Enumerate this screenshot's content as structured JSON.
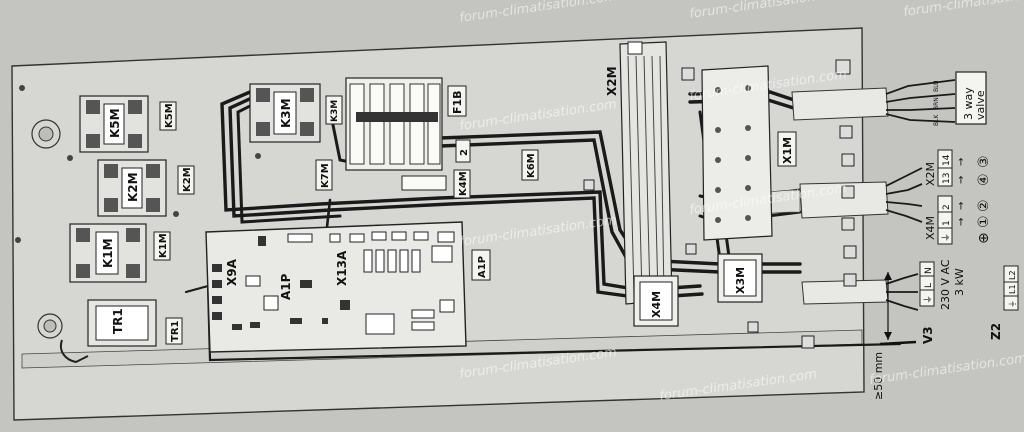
{
  "colors": {
    "paper": "#c9c9c6",
    "panel": "#d8d8d4",
    "wire": "#1a1a1a",
    "line": "#2a2a2a"
  },
  "contactors": {
    "k5m": "K5M",
    "k2m": "K2M",
    "k1m": "K1M",
    "k3m": "K3M",
    "k6m": "K6M",
    "k7m": "K7M",
    "k4m": "K4M"
  },
  "components": {
    "tr1": "TR1",
    "f1b": "F1B",
    "x2m": "X2M",
    "x1m": "X1M",
    "x3m": "X3M",
    "x4m": "X4M",
    "a1p": "A1P",
    "x9a": "X9A",
    "x13a": "X13A",
    "fuse_num": "2"
  },
  "valve": {
    "line1": "3 way",
    "line2": "valve",
    "wire_blu": "BLU",
    "wire_brn": "BRN",
    "wire_blk": "BLK"
  },
  "terminals": {
    "x2m_label": "X2M",
    "x2m_t1": "13",
    "x2m_t2": "14",
    "x2m_c1": "④",
    "x2m_c2": "③",
    "x4m_label": "X4M",
    "x4m_t1": "1",
    "x4m_t2": "2",
    "x4m_c1": "①",
    "x4m_c2": "②",
    "x4m_gnd": "⏚",
    "v3_t1": "L",
    "v3_t2": "N",
    "v3_gnd": "⏚",
    "z2_t1": "L1",
    "z2_t2": "L2",
    "z2_gnd": "⏚"
  },
  "supply": {
    "id": "V3",
    "voltage": "230 V AC",
    "power": "3 kW",
    "z2": "Z2"
  },
  "dimension": {
    "text": "≥50 mm"
  },
  "watermark": {
    "text": "forum-climatisation.com"
  }
}
